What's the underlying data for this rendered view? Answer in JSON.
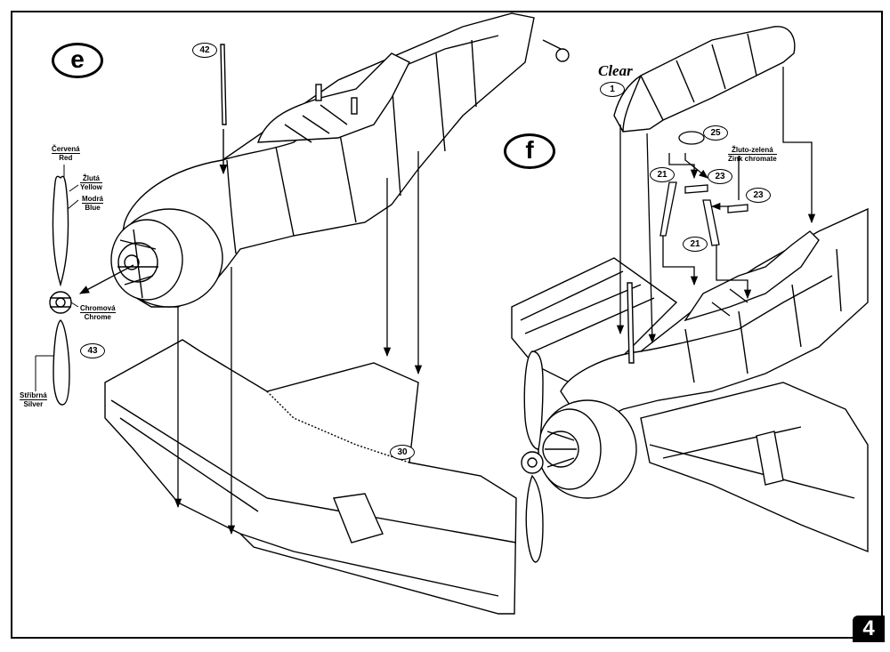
{
  "steps": {
    "e": "e",
    "f": "f"
  },
  "parts": {
    "p42": "42",
    "p43": "43",
    "p30": "30",
    "p1": "1",
    "p25": "25",
    "p23a": "23",
    "p23b": "23",
    "p21a": "21",
    "p21b": "21"
  },
  "clear_label": "Clear",
  "colors": {
    "red_cz": "Červená",
    "red_en": "Red",
    "yellow_cz": "Žlutá",
    "yellow_en": "Yellow",
    "blue_cz": "Modrá",
    "blue_en": "Blue",
    "chrome_cz": "Chromová",
    "chrome_en": "Chrome",
    "silver_cz": "Stříbrná",
    "silver_en": "Silver",
    "zinc_cz": "Žluto-zelená",
    "zinc_en": "Zink chromate"
  },
  "page_number": "4"
}
